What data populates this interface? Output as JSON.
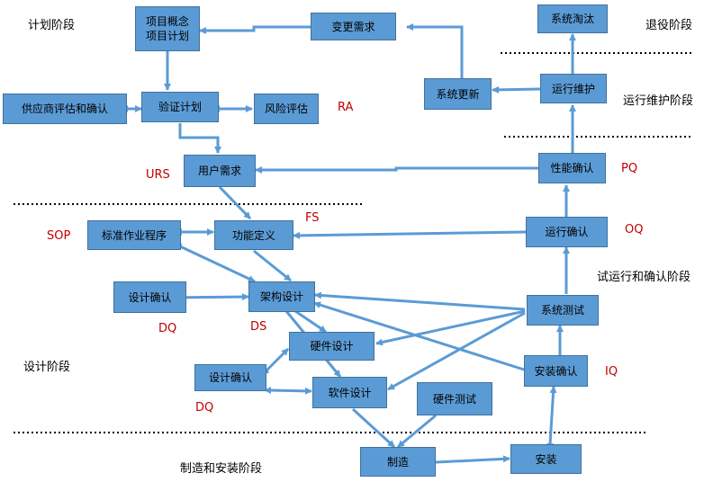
{
  "phases": {
    "plan": "计划阶段",
    "retire": "退役阶段",
    "operate": "运行维护阶段",
    "design": "设计阶段",
    "test": "试运行和确认阶段",
    "build": "制造和安装阶段"
  },
  "nodes": {
    "concept_line1": "项目概念",
    "concept_line2": "项目计划",
    "change": "变更需求",
    "retire": "系统淘汰",
    "supplier": "供应商评估和确认",
    "verify_plan": "验证计划",
    "risk": "风险评估",
    "sys_update": "系统更新",
    "maintain": "运行维护",
    "urs": "用户需求",
    "perf": "性能确认",
    "sop": "标准作业程序",
    "func": "功能定义",
    "op_confirm": "运行确认",
    "design_confirm1": "设计确认",
    "arch": "架构设计",
    "sys_test": "系统测试",
    "hw_design": "硬件设计",
    "design_confirm2": "设计确认",
    "install_confirm": "安装确认",
    "sw_design": "软件设计",
    "hw_test": "硬件测试",
    "manufacture": "制造",
    "install": "安装"
  },
  "abbreviations": {
    "ra": "RA",
    "urs": "URS",
    "pq": "PQ",
    "fs": "FS",
    "sop": "SOP",
    "oq": "OQ",
    "dq1": "DQ",
    "ds": "DS",
    "iq": "IQ",
    "dq2": "DQ"
  },
  "colors": {
    "node_fill": "#5b9bd5",
    "node_border": "#41719c",
    "arrow": "#5b9bd5",
    "abbr_text": "#c00000",
    "divider": "#000000"
  }
}
